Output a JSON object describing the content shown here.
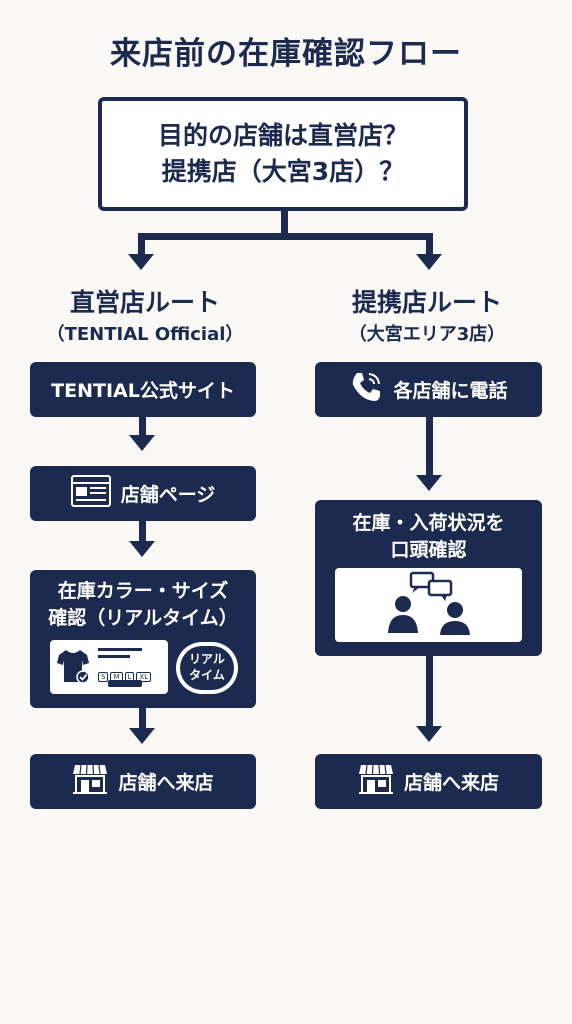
{
  "title": "来店前の在庫確認フロー",
  "question": {
    "line1": "目的の店舗は直営店？",
    "line2": "提携店（大宮3店）？"
  },
  "left_route": {
    "title": "直営店ルート",
    "subtitle": "（TENTIAL Official）",
    "step1": "TENTIAL公式サイト",
    "step2": "店舗ページ",
    "step3_line1": "在庫カラー・サイズ",
    "step3_line2": "確認（リアルタイム）",
    "sizes": [
      "S",
      "M",
      "L",
      "XL"
    ],
    "badge_line1": "リアル",
    "badge_line2": "タイム",
    "step4": "店舗へ来店"
  },
  "right_route": {
    "title": "提携店ルート",
    "subtitle": "（大宮エリア3店）",
    "step1": "各店舗に電話",
    "step2_line1": "在庫・入荷状況を",
    "step2_line2": "口頭確認",
    "step3": "店舗へ来店"
  },
  "colors": {
    "navy": "#1b2a4e",
    "background": "#f9f8f5",
    "white": "#ffffff"
  },
  "icons": [
    "browser-page-icon",
    "tshirt-icon",
    "check-icon",
    "phone-icon",
    "conversation-icon",
    "storefront-icon"
  ]
}
